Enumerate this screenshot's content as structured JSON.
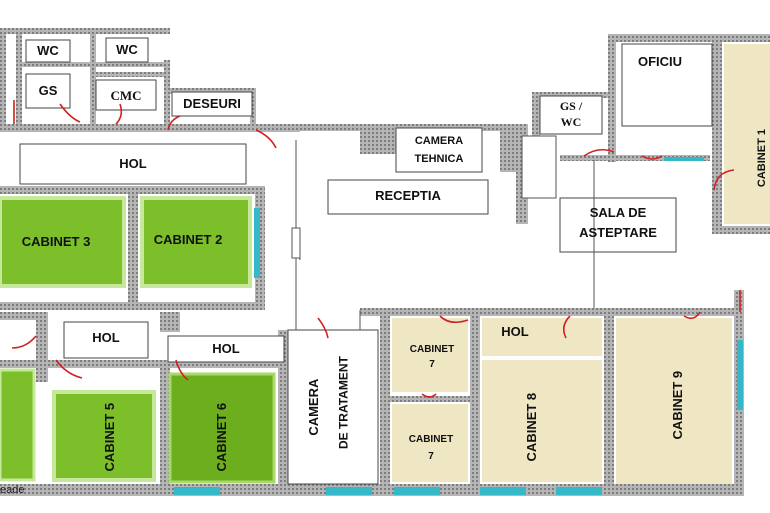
{
  "labels": {
    "wc1": "WC",
    "wc2": "WC",
    "gs": "GS",
    "cmc": "CMC",
    "deseuri": "DESEURI",
    "hol_top": "HOL",
    "camera_tehnica_1": "CAMERA",
    "camera_tehnica_2": "TEHNICA",
    "receptia": "RECEPTIA",
    "gs_wc_1": "GS /",
    "gs_wc_2": "WC",
    "oficiu": "OFICIU",
    "sala_1": "SALA DE",
    "sala_2": "ASTEPTARE",
    "cabinet_3": "CABINET 3",
    "cabinet_2": "CABINET 2",
    "hol_left": "HOL",
    "hol_mid": "HOL",
    "hol_right": "HOL",
    "cabinet_5": "CABINET 5",
    "cabinet_6": "CABINET 6",
    "camera_tratament_1": "CAMERA",
    "camera_tratament_2": "DE TRATAMENT",
    "cabinet_7a_1": "CABINET",
    "cabinet_7a_2": "7",
    "cabinet_7b_1": "CABINET",
    "cabinet_7b_2": "7",
    "cabinet_8": "CABINET 8",
    "cabinet_9": "CABINET 9",
    "cabinet_1_partial": "CABINET 1",
    "watermark": "eade"
  },
  "colors": {
    "wall": "#8a8a8a",
    "green": "#7cbf2a",
    "beige": "#efe6c4",
    "door": "#d02020",
    "window": "#35b8c8"
  }
}
